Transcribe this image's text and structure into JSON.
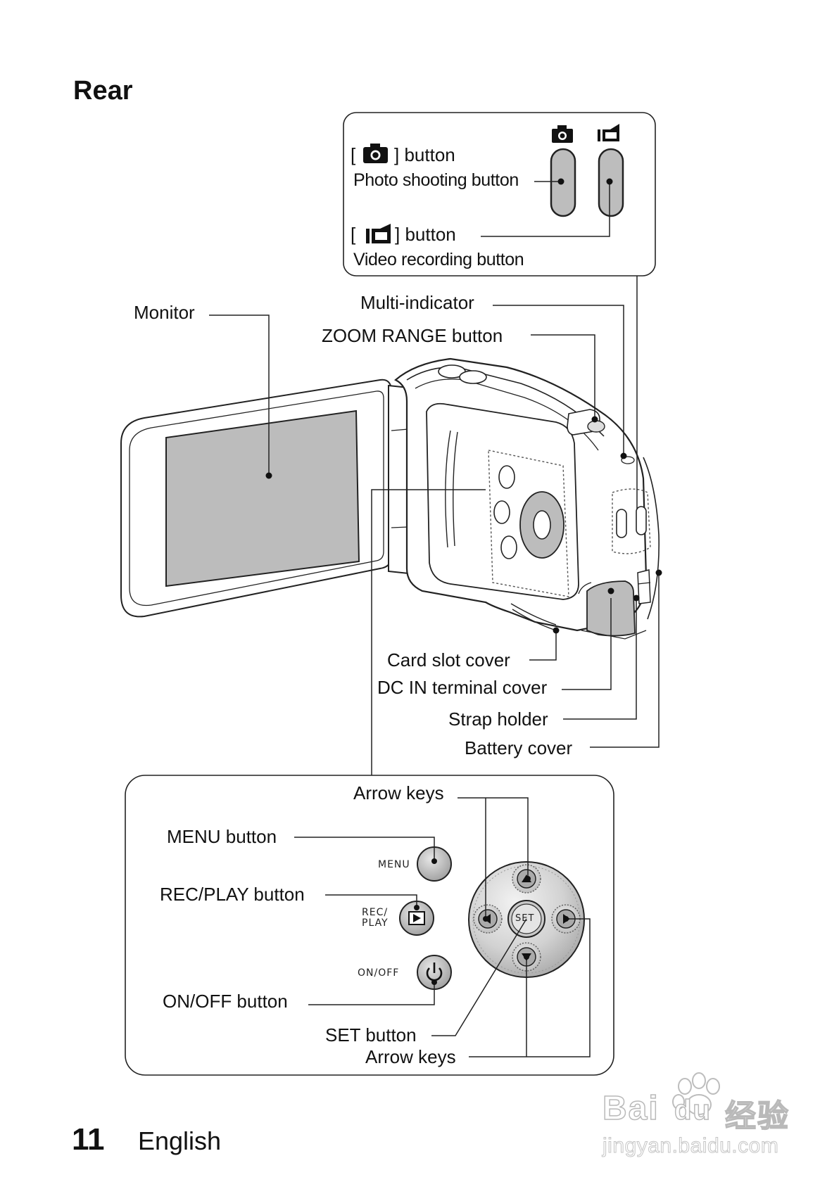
{
  "heading": "Rear",
  "inset_top": {
    "photo_button_bracket_label": "] button",
    "photo_button_bracket_open": "[",
    "photo_button_desc": "Photo shooting button",
    "video_button_bracket_label": "] button",
    "video_button_bracket_open": "[",
    "video_button_desc": "Video recording button",
    "photo_icon": "camera-icon",
    "video_icon": "video-camera-icon"
  },
  "camera_labels": {
    "monitor": "Monitor",
    "multi_indicator": "Multi-indicator",
    "zoom_range": "ZOOM RANGE button",
    "card_slot": "Card slot cover",
    "dc_in": "DC IN terminal cover",
    "strap_holder": "Strap holder",
    "battery_cover": "Battery cover"
  },
  "inset_bottom": {
    "arrow_keys_top": "Arrow keys",
    "menu_button": "MENU button",
    "rec_play_button": "REC/PLAY button",
    "on_off_button": "ON/OFF button",
    "set_button": "SET button",
    "arrow_keys_bottom": "Arrow keys",
    "menu_face": "MENU",
    "rec_face_line1": "REC/",
    "rec_face_line2": "PLAY",
    "onoff_face": "ON/OFF",
    "set_face": "SET"
  },
  "footer": {
    "page_number": "11",
    "language": "English"
  },
  "watermark": {
    "brand": "Bai",
    "brand_paw": "du",
    "brand_cn": "经验",
    "url": "jingyan.baidu.com"
  }
}
